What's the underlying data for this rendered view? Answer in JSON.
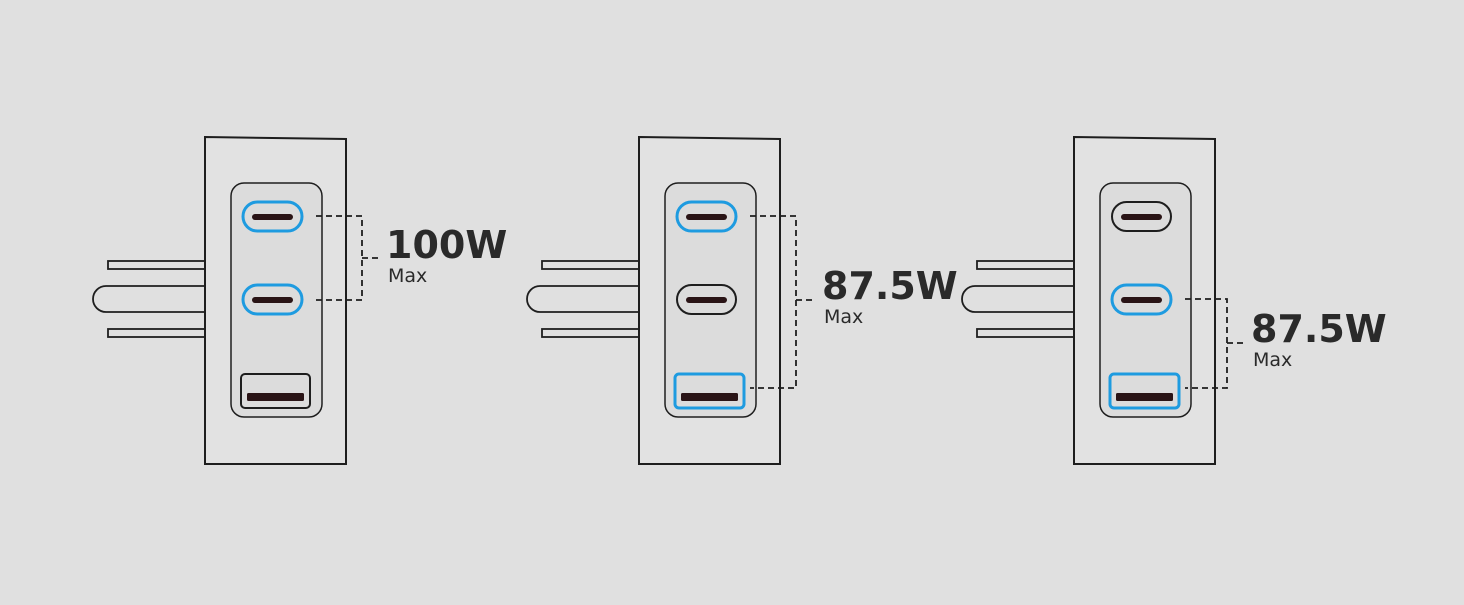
{
  "colors": {
    "background": "#e0e0e0",
    "outline": "#1e1e1e",
    "active_port": "#1e9be0",
    "port_slot": "#2a1416"
  },
  "configs": [
    {
      "id": "config-1",
      "ports": [
        {
          "type": "usb-c",
          "active": true
        },
        {
          "type": "usb-c",
          "active": true
        },
        {
          "type": "usb-a",
          "active": false
        }
      ],
      "label": {
        "wattage": "100W",
        "unit": "Max"
      }
    },
    {
      "id": "config-2",
      "ports": [
        {
          "type": "usb-c",
          "active": true
        },
        {
          "type": "usb-c",
          "active": false
        },
        {
          "type": "usb-a",
          "active": true
        }
      ],
      "label": {
        "wattage": "87.5W",
        "unit": "Max"
      }
    },
    {
      "id": "config-3",
      "ports": [
        {
          "type": "usb-c",
          "active": false
        },
        {
          "type": "usb-c",
          "active": true
        },
        {
          "type": "usb-a",
          "active": true
        }
      ],
      "label": {
        "wattage": "87.5W",
        "unit": "Max"
      }
    }
  ]
}
